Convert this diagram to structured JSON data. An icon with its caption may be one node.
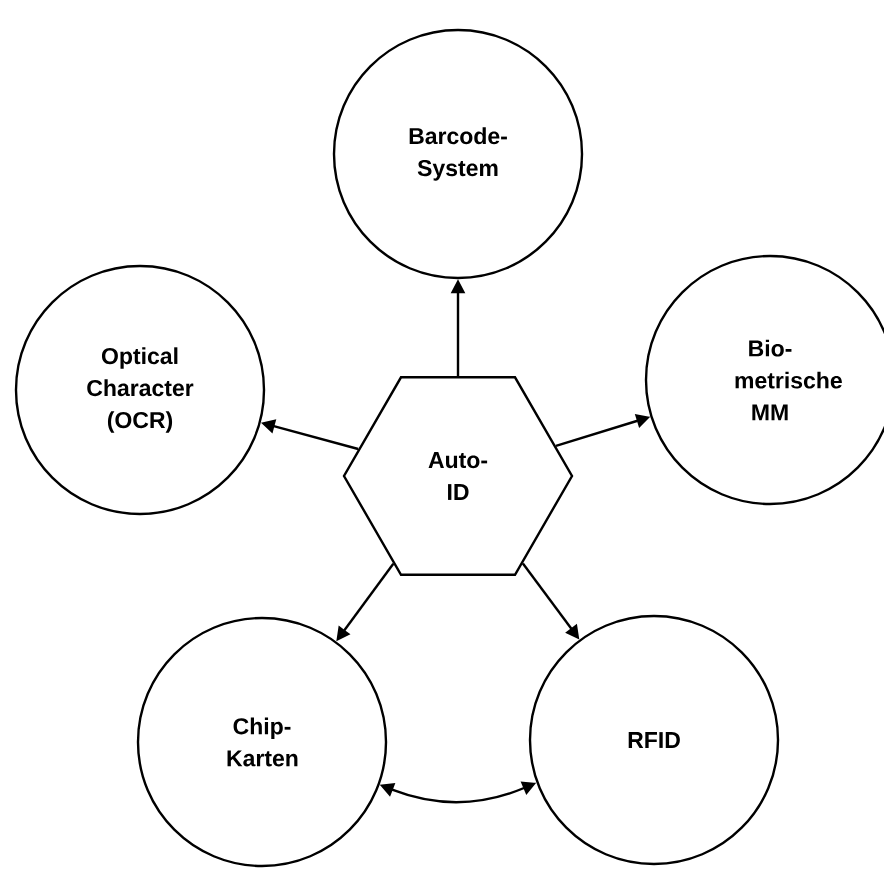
{
  "diagram": {
    "nodes": [
      {
        "text": [
          "Auto-ID"
        ]
      },
      {
        "text": [
          "Barcode-System"
        ]
      },
      {
        "text": [
          "Optical Character (OCR)"
        ]
      },
      {
        "text": [
          "Bio-metrische MM"
        ]
      },
      {
        "text": [
          "Chip-Karten"
        ]
      },
      {
        "text": [
          "RFID"
        ]
      }
    ],
    "edges": [
      {
        "from": 0,
        "to": 1,
        "arrow": "to"
      },
      {
        "from": 0,
        "to": 2,
        "arrow": "to"
      },
      {
        "from": 0,
        "to": 3,
        "arrow": "to"
      },
      {
        "from": 0,
        "to": 4,
        "arrow": "to"
      },
      {
        "from": 0,
        "to": 5,
        "arrow": "to"
      },
      {
        "from": 4,
        "to": 5,
        "arrow": "both"
      }
    ]
  }
}
